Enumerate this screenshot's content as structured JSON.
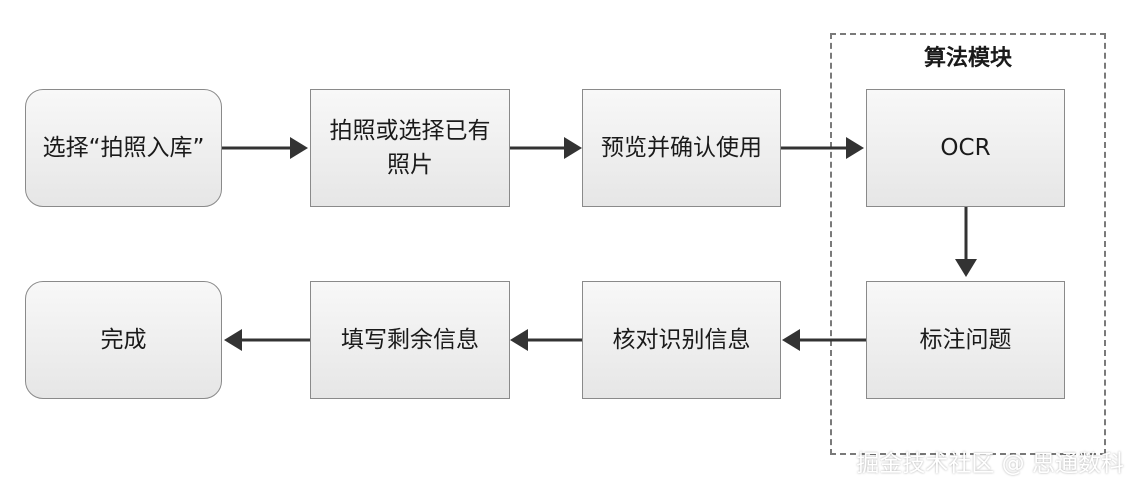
{
  "group": {
    "title": "算法模块"
  },
  "nodes": {
    "start": "选择“拍照入库”",
    "photo_line1": "拍照或选择已有",
    "photo_line2": "照片",
    "preview": "预览并确认使用",
    "ocr": "OCR",
    "mark": "标注问题",
    "verify": "核对识别信息",
    "fill": "填写剩余信息",
    "done": "完成"
  },
  "watermark": "掘金技术社区 @ 思通数科",
  "colors": {
    "edge": "#333333",
    "node_border": "#8a8a8a",
    "group_border": "#7a7a7a"
  }
}
